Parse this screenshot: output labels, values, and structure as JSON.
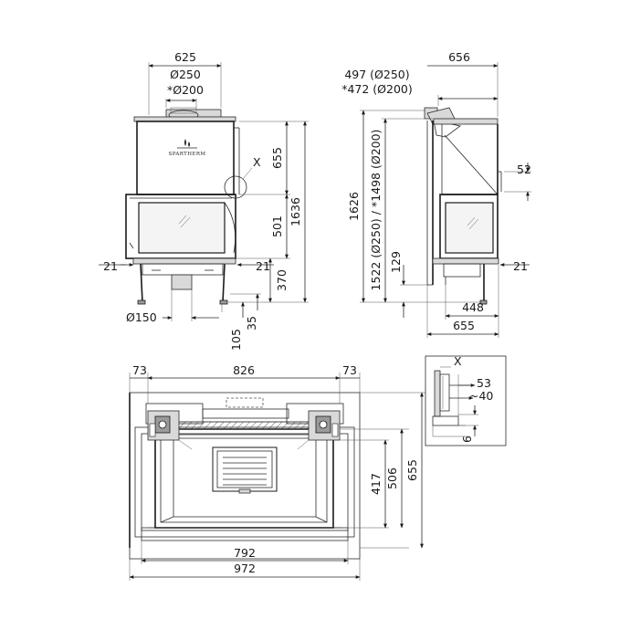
{
  "brand": {
    "logo_text": "SPARTHERM"
  },
  "front_view": {
    "top_width": "625",
    "flue_dia": "Ø250",
    "flue_dia_alt": "*Ø200",
    "upper_height": "655",
    "door_height": "501",
    "total_height": "1636",
    "left_offset": "21",
    "right_offset": "21",
    "leg_height": "370",
    "air_dia": "Ø150",
    "air_offset": "35",
    "floor_offset": "105",
    "detail_marker": "X"
  },
  "side_view": {
    "flue_offset": "497 (Ø250)",
    "flue_offset_alt": "*472 (Ø200)",
    "top_depth": "656",
    "total_height": "1626",
    "flue_height": "1522 (Ø250) / *1498 (Ø200)",
    "overhang": "52",
    "base_height": "129",
    "right_offset": "21",
    "inner_depth": "448",
    "total_depth": "655"
  },
  "plan_view": {
    "left_margin": "73",
    "inner_width": "826",
    "right_margin": "73",
    "depth_inner": "417",
    "depth_mid": "506",
    "depth_total": "655",
    "width_inner": "792",
    "width_total": "972"
  },
  "detail_view": {
    "marker": "X",
    "dim_a": "53",
    "dim_b": "~40",
    "dim_c": "6"
  }
}
